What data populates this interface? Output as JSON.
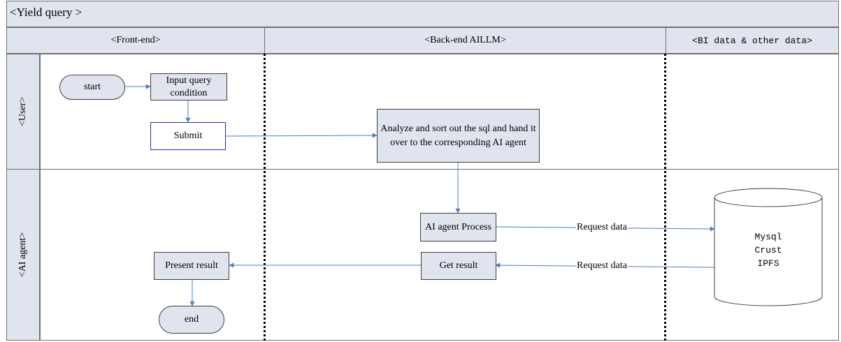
{
  "diagram": {
    "title": "<Yield query >",
    "columns": [
      "<Front-end>",
      "<Back-end AILLM>",
      "<BI data & other data>"
    ],
    "rows": [
      "<User>",
      "<AI agent>"
    ],
    "nodes": {
      "start": "start",
      "input_query": "Input query condition",
      "submit": "Submit",
      "analyze": "Analyze and sort out the sql and hand it over to the corresponding AI agent",
      "ai_process": "AI agent Process",
      "get_result": "Get result",
      "present_result": "Present result",
      "end": "end"
    },
    "database": {
      "lines": [
        "Mysql",
        "Crust",
        "IPFS"
      ]
    },
    "edges": {
      "request_label_1": "Request data",
      "request_label_2": "Request data"
    },
    "colors": {
      "lane_fill": "#dfe4ee",
      "connector": "#4f7fb3",
      "submit_border": "#2a2aa8"
    }
  }
}
